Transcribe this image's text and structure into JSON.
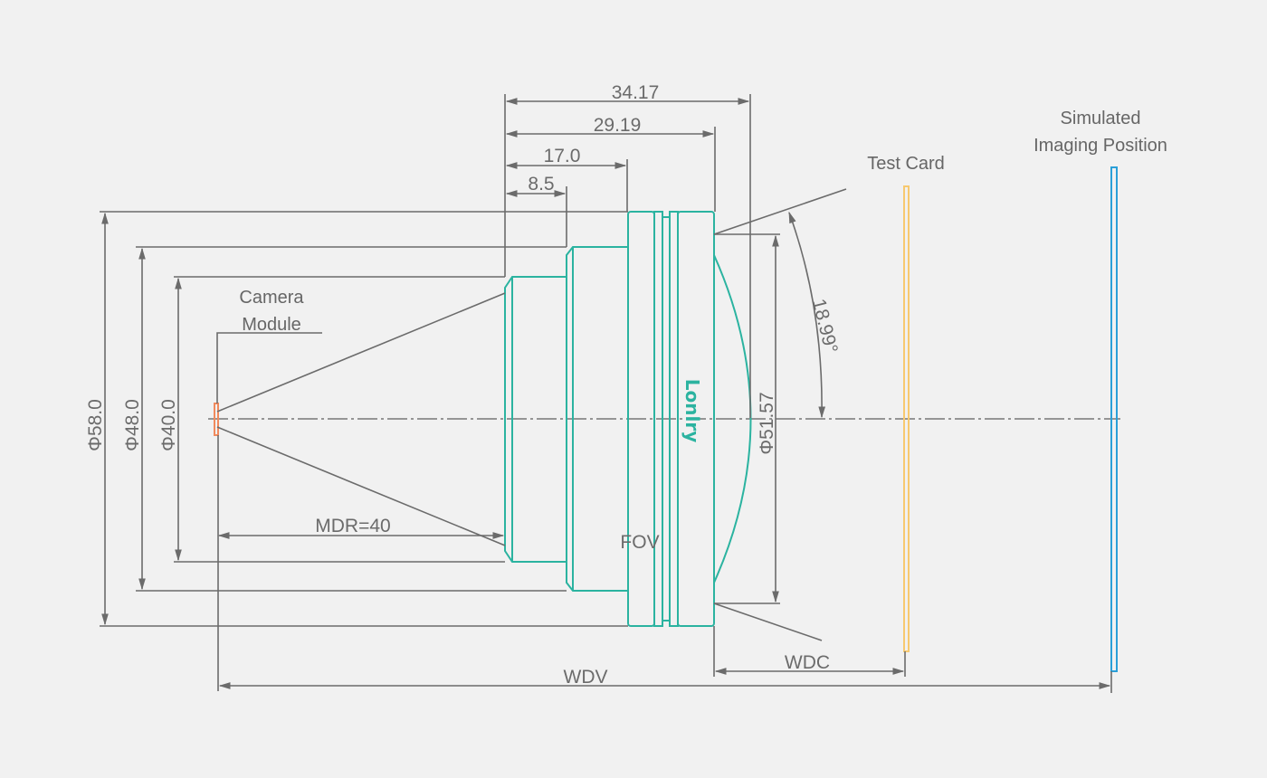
{
  "dimensions": {
    "len_34": "34.17",
    "len_29": "29.19",
    "len_17": "17.0",
    "len_8": "8.5",
    "dia_58": "Φ58.0",
    "dia_48": "Φ48.0",
    "dia_40": "Φ40.0",
    "dia_51": "Φ51.57",
    "angle": "18.99°",
    "mdr": "MDR=40",
    "fov": "FOV",
    "wdc": "WDC",
    "wdv": "WDV"
  },
  "labels": {
    "camera_line1": "Camera",
    "camera_line2": "Module",
    "test_card": "Test Card",
    "sim_line1": "Simulated",
    "sim_line2": "Imaging Position",
    "brand": "Lonlry"
  },
  "colors": {
    "lens": "#2bb3a0",
    "dimension": "#6b6b6b",
    "camera_sensor": "#f08a5d",
    "test_card": "#f7c970",
    "imaging_plane": "#2a9fd8",
    "background": "#f1f1f1"
  }
}
